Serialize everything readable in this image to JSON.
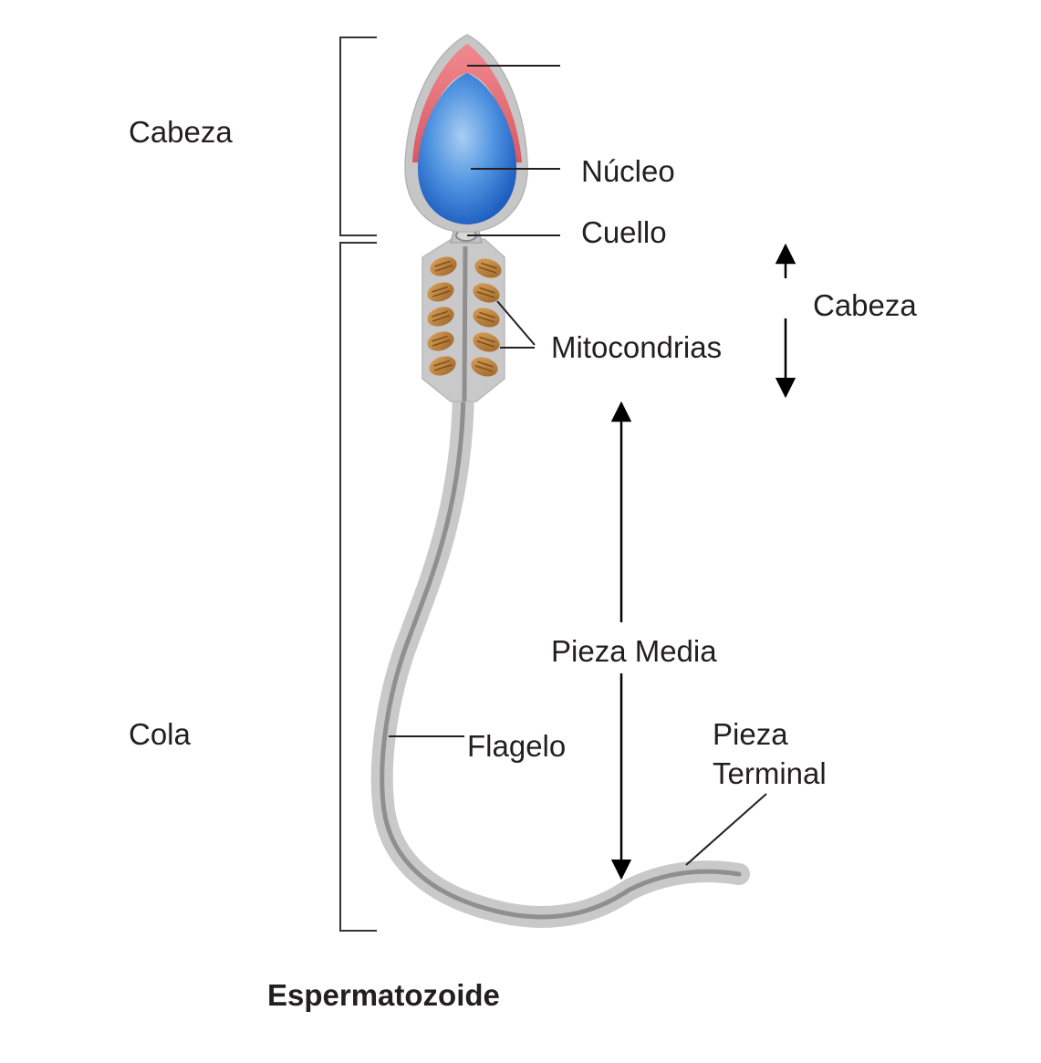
{
  "diagram": {
    "labels": {
      "head_region": "Cabeza",
      "tail_region": "Cola",
      "nucleus": "Núcleo",
      "neck": "Cuello",
      "mitochondria": "Mitocondrias",
      "head_arrow": "Cabeza",
      "midpiece": "Pieza Media",
      "flagellum": "Flagelo",
      "end_piece_line1": "Pieza",
      "end_piece_line2": "Terminal"
    },
    "caption": "Espermatozoide",
    "colors": {
      "acrosome": "#e06870",
      "nucleus": "#2f74d0",
      "membrane": "#c8c8c8",
      "axoneme": "#8f8f8f",
      "mitochondria": "#b57a35",
      "lines": "#231f20"
    }
  }
}
